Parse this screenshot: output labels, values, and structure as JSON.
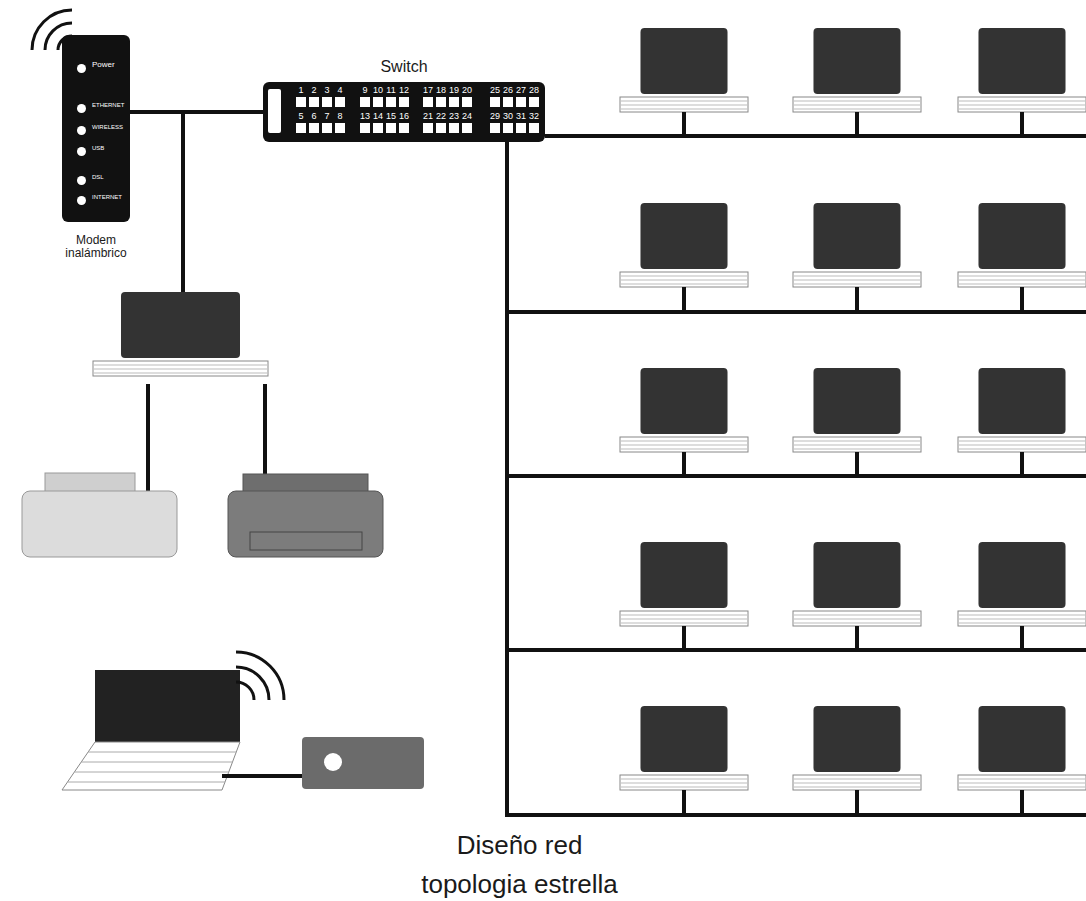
{
  "diagram": {
    "caption": "Diseño red topologia estrella",
    "nodes": [
      {
        "text": [
          "Power",
          "ETHERNET",
          "WIRELESS",
          "USB",
          "DSL",
          "INTERNET",
          "Modem inalámbrico"
        ]
      },
      {
        "text": [
          "Switch"
        ]
      }
    ],
    "edges": [
      {
        "from": 0,
        "to": 1,
        "arrow": "none"
      }
    ],
    "labels": [
      "1",
      "2",
      "3",
      "4",
      "9",
      "10",
      "11",
      "12",
      "17",
      "18",
      "19",
      "20",
      "25",
      "26",
      "27",
      "28",
      "5",
      "6",
      "7",
      "8",
      "13",
      "14",
      "15",
      "16",
      "21",
      "22",
      "23",
      "24",
      "29",
      "30",
      "31",
      "32"
    ]
  }
}
